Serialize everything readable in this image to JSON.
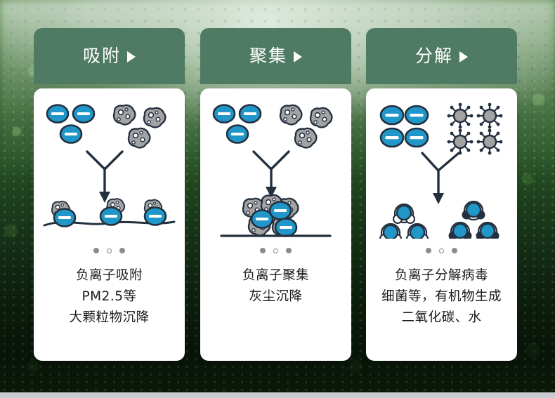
{
  "theme": {
    "card_header_color": "#4f7a63",
    "card_body_color": "#ffffff",
    "ion_color": "#2196c9",
    "outline_color": "#23303f",
    "dust_color": "#9a9a9a",
    "caption_color": "#1a1a1a",
    "background": "forest-photo-green"
  },
  "cards": [
    {
      "id": "adsorption",
      "header": {
        "title": "吸附",
        "arrow": "play-triangle-icon"
      },
      "figure": {
        "name": "ion-adsorption-diagram",
        "top_left_label": "negative-ions",
        "top_right_label": "dust-particles",
        "ion_count": 3,
        "dust_count": 3,
        "merge_arrow": "y-shaped-down-arrow",
        "bottom_label": "particles-settled-on-wavy-surface",
        "bottom_pairs": 3,
        "surface": "wavy-line"
      },
      "dots": [
        "filled",
        "hollow",
        "filled"
      ],
      "caption": [
        "负离子吸附",
        "PM2.5等",
        "大颗粒物沉降"
      ]
    },
    {
      "id": "aggregation",
      "header": {
        "title": "聚集",
        "arrow": "play-triangle-icon"
      },
      "figure": {
        "name": "ion-aggregation-diagram",
        "top_left_label": "negative-ions",
        "top_right_label": "dust-particles",
        "ion_count": 3,
        "dust_count": 3,
        "merge_arrow": "y-shaped-down-arrow",
        "bottom_label": "clustered-aggregate-on-flat-surface",
        "surface": "straight-line"
      },
      "dots": [
        "filled",
        "hollow",
        "filled"
      ],
      "caption": [
        "负离子聚集",
        "灰尘沉降"
      ]
    },
    {
      "id": "decomposition",
      "header": {
        "title": "分解",
        "arrow": "play-triangle-icon"
      },
      "figure": {
        "name": "ion-decomposition-diagram",
        "top_left_label": "negative-ions",
        "top_right_label": "virus-germ-particles",
        "ion_count": 4,
        "virus_count": 4,
        "merge_arrow": "y-shaped-down-arrow",
        "bottom_label": "molecule-clusters-co2-and-water",
        "molecule_clusters": 2,
        "atoms_per_cluster": 3
      },
      "dots": [
        "filled",
        "hollow",
        "filled"
      ],
      "caption": [
        "负离子分解病毒",
        "细菌等，有机物生成",
        "二氧化碳、水"
      ]
    }
  ]
}
